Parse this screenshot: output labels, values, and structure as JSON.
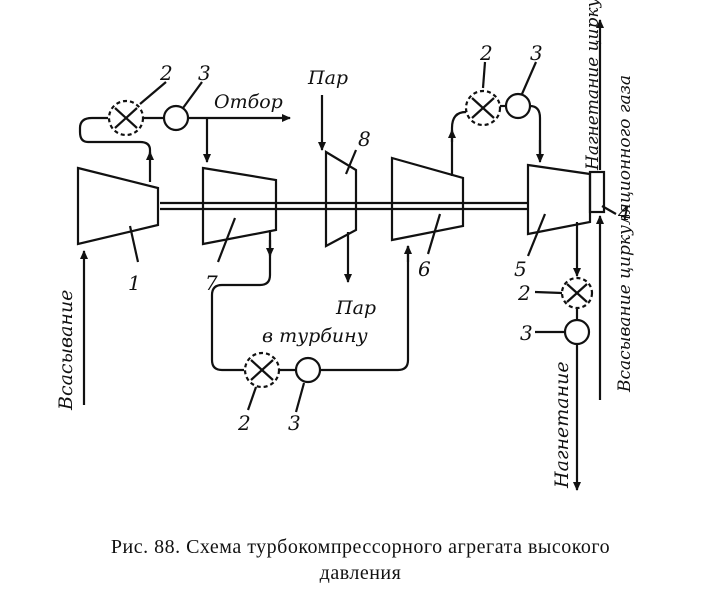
{
  "labels": {
    "intake_left": "Всасывание",
    "extraction": "Отбор",
    "steam_in": "Пар",
    "steam_out_1": "Пар",
    "steam_out_2": "в турбину",
    "discharge_circ": "Нагнетание циркуляционного газа",
    "intake_circ": "Всасывание циркуляционного газа",
    "discharge": "Нагнетание"
  },
  "numbers": {
    "n1": "1",
    "n2": "2",
    "n3": "3",
    "n4": "4",
    "n5": "5",
    "n6": "6",
    "n7": "7",
    "n8": "8"
  },
  "caption": {
    "line1": "Рис. 88. Схема турбокомпрессорного агрегата высокого",
    "line2": "давления"
  }
}
